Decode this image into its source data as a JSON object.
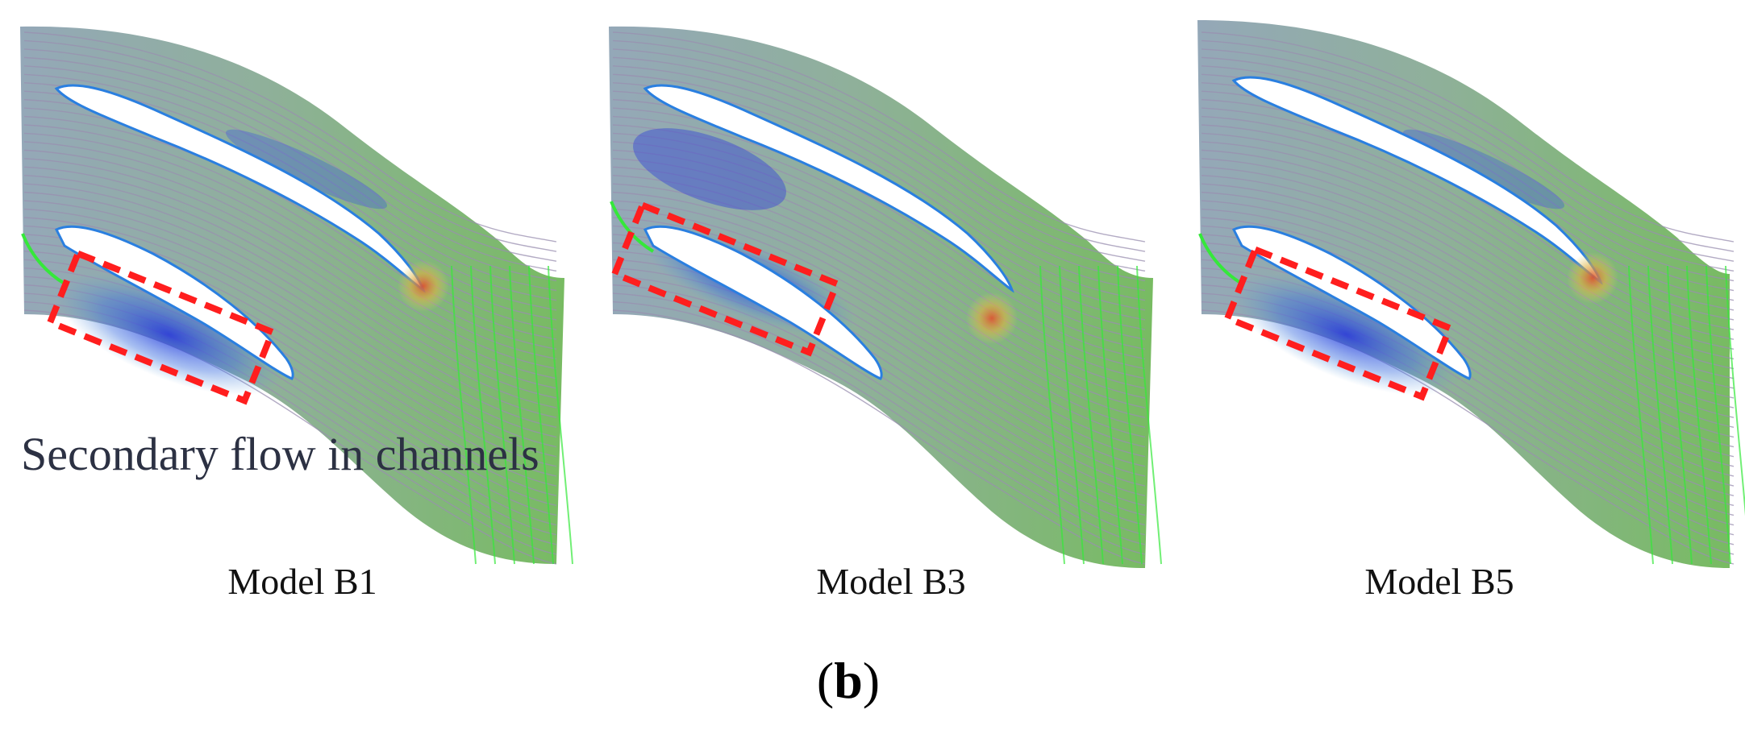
{
  "panels": [
    {
      "label": "Model B1"
    },
    {
      "label": "Model B3"
    },
    {
      "label": "Model B5"
    }
  ],
  "annotation": "Secondary flow in channels",
  "panel_label": {
    "open": "(",
    "letter": "b",
    "close": ")"
  },
  "colors": {
    "surface": "#7dbb6a",
    "streamline": "#9a8fb0",
    "secondary_flow": "#1f2fd4",
    "highlight_box": "#ff1e1e",
    "inlet_edge": "#35e83a",
    "stagnation": "#e0a030"
  }
}
